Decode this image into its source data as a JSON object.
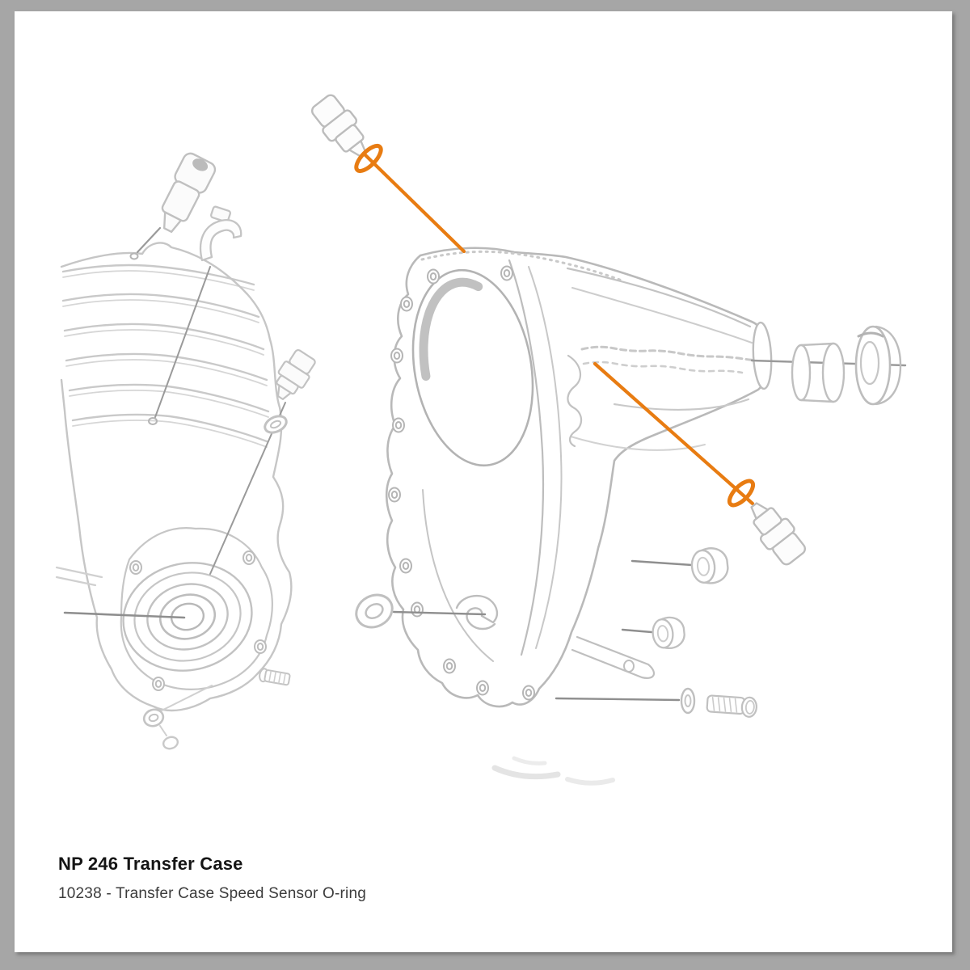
{
  "frame": {
    "color": "#a6a6a6",
    "page_color": "#ffffff"
  },
  "caption": {
    "title": "NP 246 Transfer Case",
    "subtitle": "10238 - Transfer Case Speed Sensor O-ring"
  },
  "diagram": {
    "description": "Exploded line-art parts diagram of an NP 246 transfer case",
    "highlight_color": "#e87c12",
    "line_art_color": "#c6c6c6",
    "leader_line_color": "#8f8f8f",
    "highlighted_part": {
      "number": "10238",
      "name": "Transfer Case Speed Sensor O-ring",
      "highlighted_instances": 2
    }
  }
}
